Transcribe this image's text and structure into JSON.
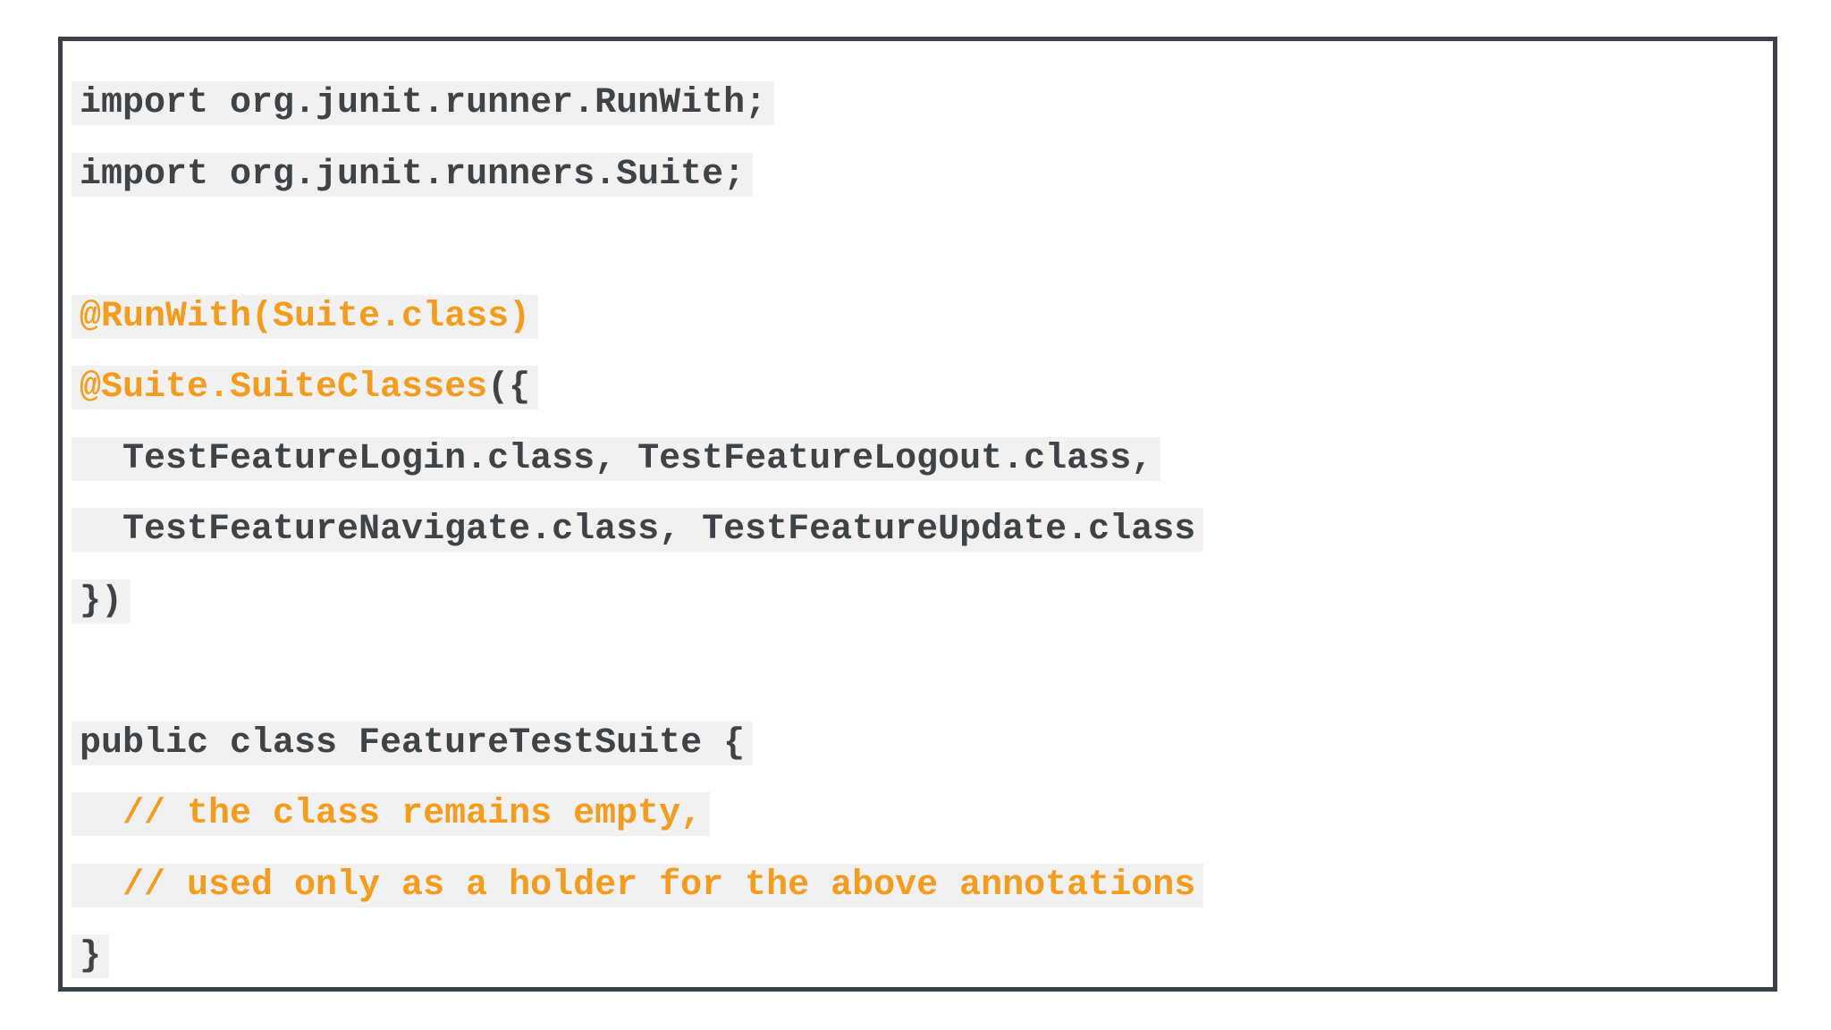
{
  "colors": {
    "code_text": "#3e4347",
    "accent_orange": "#f39c1d",
    "line_highlight_bg": "#f1f1f2",
    "frame_border": "#3b4046",
    "page_background": "#ffffff"
  },
  "code_block": {
    "lines": [
      {
        "highlight": true,
        "segments": [
          {
            "text": "import org.junit.runner.RunWith;",
            "color": "plain"
          }
        ]
      },
      {
        "highlight": true,
        "segments": [
          {
            "text": "import org.junit.runners.Suite;",
            "color": "plain"
          }
        ]
      },
      {
        "highlight": false,
        "segments": []
      },
      {
        "highlight": true,
        "segments": [
          {
            "text": "@RunWith(Suite.class)",
            "color": "accent"
          }
        ]
      },
      {
        "highlight": true,
        "segments": [
          {
            "text": "@Suite.SuiteClasses",
            "color": "accent"
          },
          {
            "text": "({",
            "color": "plain"
          }
        ]
      },
      {
        "highlight": true,
        "segments": [
          {
            "text": "  TestFeatureLogin.class, TestFeatureLogout.class,",
            "color": "plain"
          }
        ]
      },
      {
        "highlight": true,
        "segments": [
          {
            "text": "  TestFeatureNavigate.class, TestFeatureUpdate.class",
            "color": "plain"
          }
        ]
      },
      {
        "highlight": true,
        "segments": [
          {
            "text": "})",
            "color": "plain"
          }
        ]
      },
      {
        "highlight": false,
        "segments": []
      },
      {
        "highlight": true,
        "segments": [
          {
            "text": "public class FeatureTestSuite {",
            "color": "plain"
          }
        ]
      },
      {
        "highlight": true,
        "segments": [
          {
            "text": "  // the class remains empty,",
            "color": "accent"
          }
        ]
      },
      {
        "highlight": true,
        "segments": [
          {
            "text": "  // used only as a holder for the above annotations",
            "color": "accent"
          }
        ]
      },
      {
        "highlight": true,
        "segments": [
          {
            "text": "}",
            "color": "plain"
          }
        ]
      }
    ]
  }
}
